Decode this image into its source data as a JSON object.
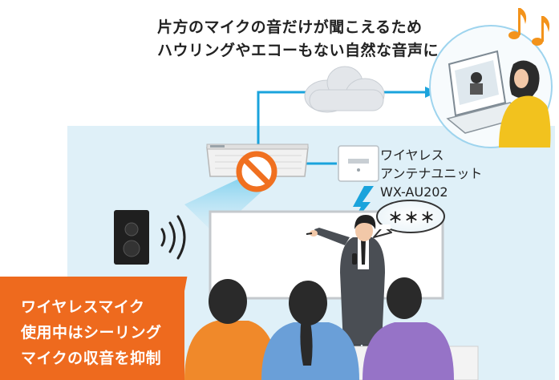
{
  "headline": {
    "line1": "片方のマイクの音だけが聞こえるため",
    "line2": "ハウリングやエコーもない自然な音声に"
  },
  "antenna_unit": {
    "line1": "ワイヤレス",
    "line2": "アンテナユニット",
    "model": "WX-AU202"
  },
  "callout": {
    "line1": "ワイヤレスマイク",
    "line2": "使用中はシーリング",
    "line3": "マイクの収音を抑制"
  },
  "speech_bubble": "＊＊＊",
  "colors": {
    "room_bg": "#dff0f8",
    "connection_line": "#1aa3dc",
    "prohibit": "#f07020",
    "callout_bg": "#ee6a1e",
    "note_accent": "#f3931b"
  },
  "icons": [
    "cloud-icon",
    "prohibit-icon",
    "music-note-icon",
    "lightning-icon",
    "sound-wave-icon"
  ]
}
